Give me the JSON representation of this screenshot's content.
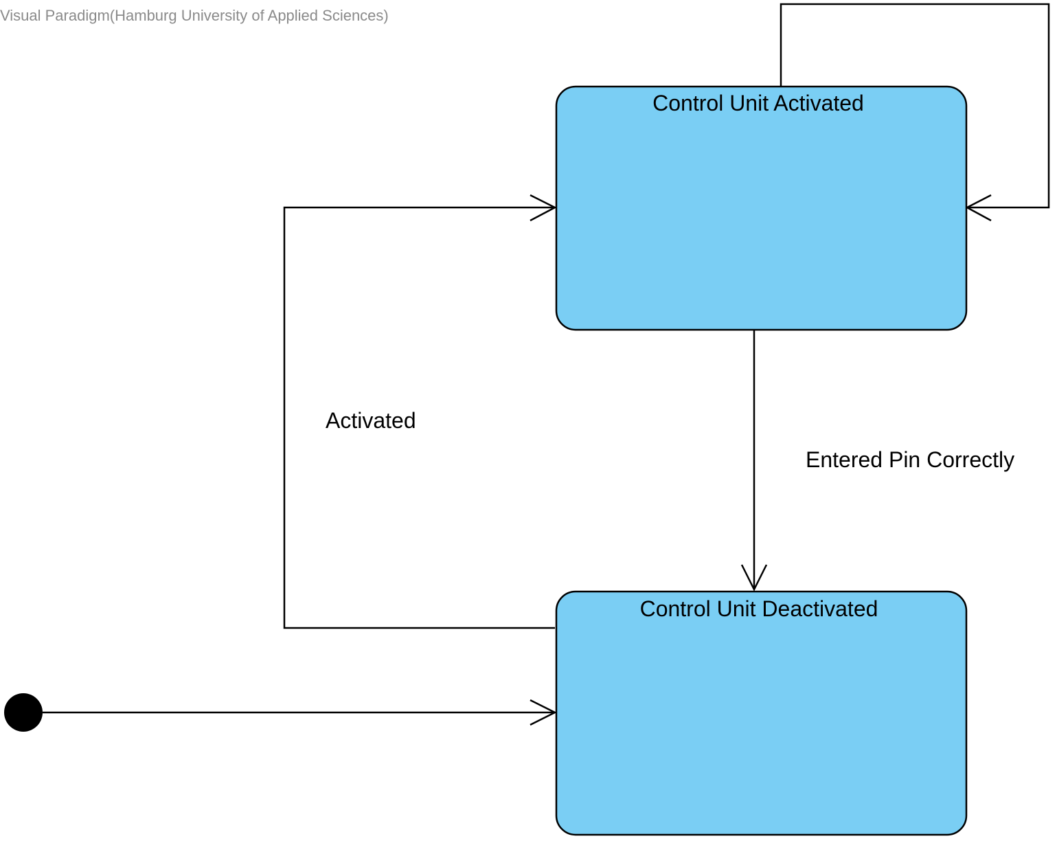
{
  "watermark": "Visual Paradigm(Hamburg University of Applied Sciences)",
  "colors": {
    "state_fill": "#7acef4",
    "stroke": "#000000",
    "watermark": "#8a8a8a"
  },
  "states": {
    "activated": {
      "name": "Control Unit Activated"
    },
    "deactivated": {
      "name": "Control Unit Deactivated"
    }
  },
  "transitions": {
    "deactivated_to_activated": {
      "label": "Activated"
    },
    "activated_to_deactivated": {
      "label": "Entered Pin Correctly"
    },
    "activated_self_loop": {
      "label": ""
    },
    "initial_to_deactivated": {
      "label": ""
    }
  }
}
